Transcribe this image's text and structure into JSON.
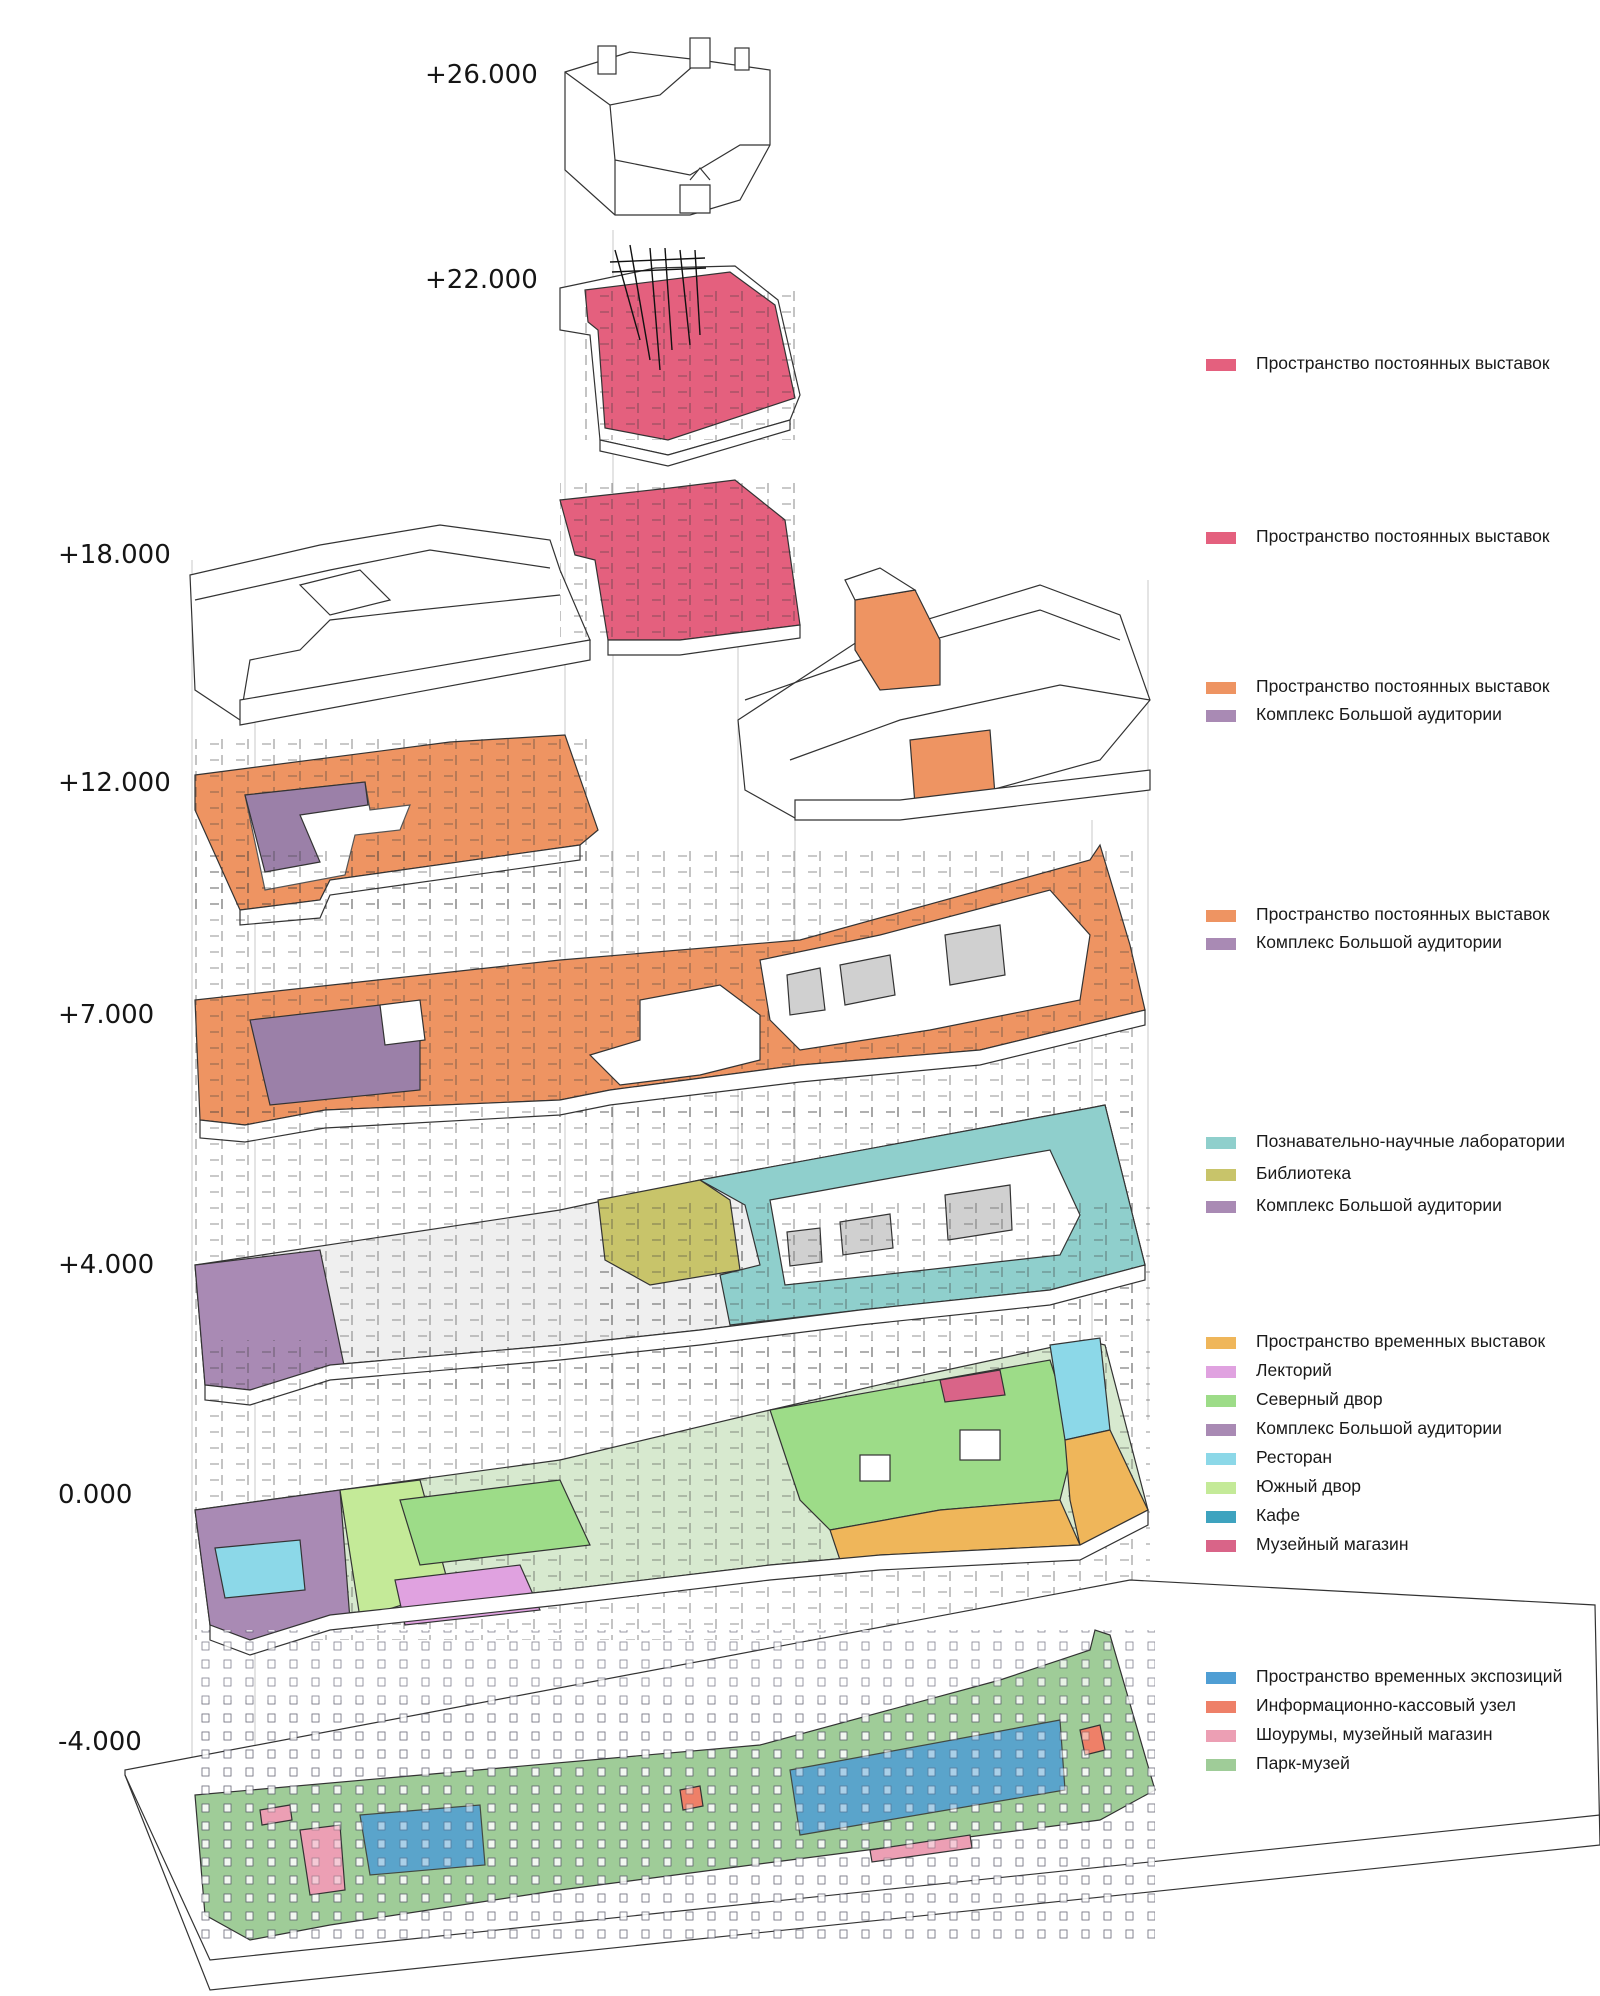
{
  "levels": [
    "+26.000",
    "+22.000",
    "+18.000",
    "+12.000",
    "+7.000",
    "+4.000",
    "0.000",
    "-4.000"
  ],
  "colors": {
    "permanent": "#e4607e",
    "permanent_orange": "#ee9462",
    "auditorium": "#a98ab4",
    "labs": "#8fcfcc",
    "library": "#c8c46a",
    "temporary": "#efb65a",
    "lecture": "#e0a2e0",
    "north_yard": "#9ddc88",
    "restaurant": "#8cd8e8",
    "south_yard": "#c4ea98",
    "cafe": "#3ea3bf",
    "shop": "#d96488",
    "temp_expo": "#4f9ed4",
    "info_desk": "#ee8068",
    "showroom": "#ec9fb4",
    "park": "#9fcc98"
  },
  "legend_groups": [
    {
      "items": [
        {
          "label": "Пространство постоянных выставок",
          "color": "#e4607e"
        }
      ]
    },
    {
      "items": [
        {
          "label": "Пространство постоянных выставок",
          "color": "#e4607e"
        }
      ]
    },
    {
      "items": [
        {
          "label": "Пространство постоянных выставок",
          "color": "#ee9462"
        },
        {
          "label": "Комплекс Большой аудитории",
          "color": "#a98ab4"
        }
      ]
    },
    {
      "items": [
        {
          "label": "Пространство постоянных выставок",
          "color": "#ee9462"
        },
        {
          "label": "Комплекс Большой аудитории",
          "color": "#a98ab4"
        }
      ]
    },
    {
      "items": [
        {
          "label": "Познавательно-научные лаборатории",
          "color": "#8fcfcc"
        },
        {
          "label": "Библиотека",
          "color": "#c8c46a"
        },
        {
          "label": "Комплекс Большой аудитории",
          "color": "#a98ab4"
        }
      ]
    },
    {
      "items": [
        {
          "label": "Пространство временных выставок",
          "color": "#efb65a"
        },
        {
          "label": "Лекторий",
          "color": "#e0a2e0"
        },
        {
          "label": "Северный двор",
          "color": "#9ddc88"
        },
        {
          "label": "Комплекс Большой аудитории",
          "color": "#a98ab4"
        },
        {
          "label": "Ресторан",
          "color": "#8cd8e8"
        },
        {
          "label": "Южный двор",
          "color": "#c4ea98"
        },
        {
          "label": "Кафе",
          "color": "#3ea3bf"
        },
        {
          "label": "Музейный магазин",
          "color": "#d96488"
        }
      ]
    },
    {
      "items": [
        {
          "label": "Пространство временных экспозиций",
          "color": "#4f9ed4"
        },
        {
          "label": "Информационно-кассовый узел",
          "color": "#ee8068"
        },
        {
          "label": "Шоурумы, музейный магазин",
          "color": "#ec9fb4"
        },
        {
          "label": "Парк-музей",
          "color": "#9fcc98"
        }
      ]
    }
  ]
}
